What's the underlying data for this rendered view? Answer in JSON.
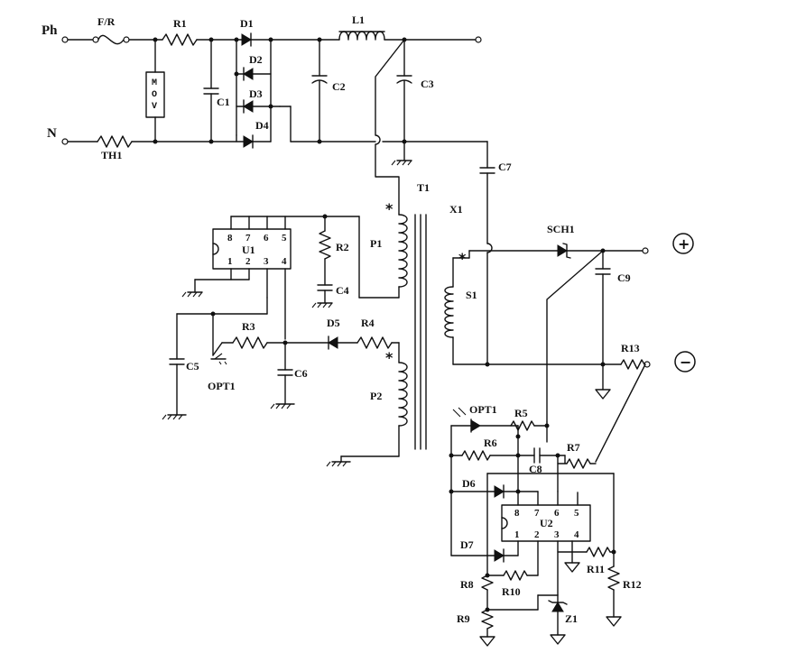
{
  "labels": {
    "ph": "Ph",
    "n": "N",
    "fr": "F/R",
    "r1": "R1",
    "th1": "TH1",
    "mov": "MOV",
    "c1": "C1",
    "d1": "D1",
    "d2": "D2",
    "d3": "D3",
    "d4": "D4",
    "l1": "L1",
    "c2": "C2",
    "c3": "C3",
    "c7": "C7",
    "t1": "T1",
    "x1": "X1",
    "p1": "P1",
    "p2": "P2",
    "s1": "S1",
    "u1": "U1",
    "r2": "R2",
    "c4": "C4",
    "r3": "R3",
    "d5": "D5",
    "r4": "R4",
    "c5": "C5",
    "c6": "C6",
    "opt1_primary": "OPT1",
    "sch1": "SCH1",
    "c9": "C9",
    "r13": "R13",
    "opt1_secondary": "OPT1",
    "r5": "R5",
    "r6": "R6",
    "c8": "C8",
    "r7": "R7",
    "d6": "D6",
    "d7": "D7",
    "u2": "U2",
    "r8": "R8",
    "r9": "R9",
    "r10": "R10",
    "r11": "R11",
    "r12": "R12",
    "z1": "Z1"
  },
  "u1_pins": {
    "p8": "8",
    "p7": "7",
    "p6": "6",
    "p5": "5",
    "p1": "1",
    "p2": "2",
    "p3": "3",
    "p4": "4"
  },
  "u2_pins": {
    "p8": "8",
    "p7": "7",
    "p6": "6",
    "p5": "5",
    "p1": "1",
    "p2": "2",
    "p3": "3",
    "p4": "4"
  },
  "markers": {
    "dot": "*"
  },
  "terminals": {
    "positive": "+",
    "negative": "−"
  }
}
